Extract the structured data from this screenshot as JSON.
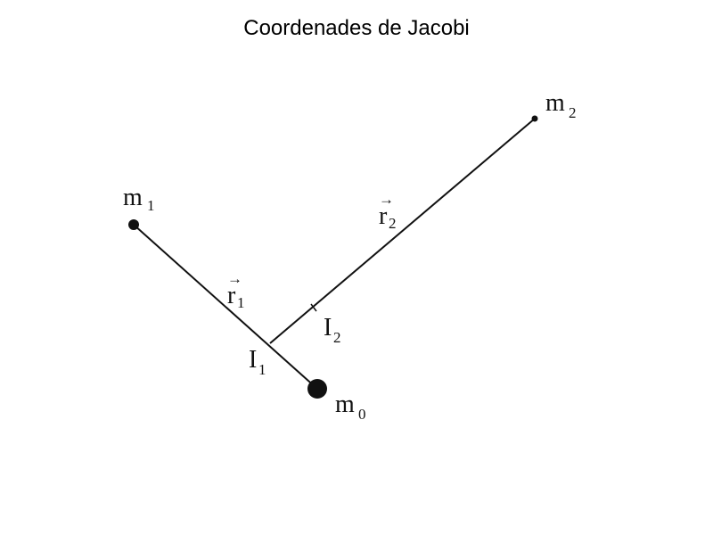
{
  "title": "Coordenades de Jacobi",
  "labels": {
    "m0": {
      "base": "m",
      "sub": "0"
    },
    "m1": {
      "base": "m",
      "sub": "1"
    },
    "m2": {
      "base": "m",
      "sub": "2"
    },
    "r1": {
      "base": "r",
      "sub": "1",
      "arrow": "→"
    },
    "r2": {
      "base": "r",
      "sub": "2",
      "arrow": "→"
    },
    "I1": {
      "base": "I",
      "sub": "1"
    },
    "I2": {
      "base": "I",
      "sub": "2"
    }
  }
}
